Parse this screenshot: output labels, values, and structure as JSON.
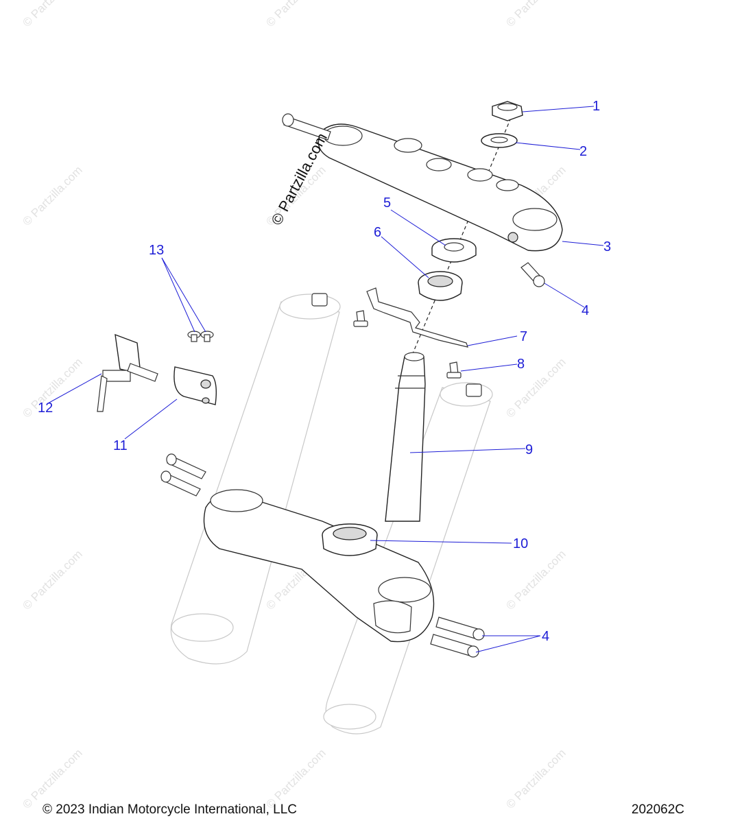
{
  "watermark": {
    "tiled_text": "© Partzilla.com",
    "main_text": "© Partzilla.com"
  },
  "callouts": [
    {
      "id": "c1",
      "label": "1"
    },
    {
      "id": "c2",
      "label": "2"
    },
    {
      "id": "c3",
      "label": "3"
    },
    {
      "id": "c4a",
      "label": "4"
    },
    {
      "id": "c4b",
      "label": "4"
    },
    {
      "id": "c5",
      "label": "5"
    },
    {
      "id": "c6",
      "label": "6"
    },
    {
      "id": "c7",
      "label": "7"
    },
    {
      "id": "c8",
      "label": "8"
    },
    {
      "id": "c9",
      "label": "9"
    },
    {
      "id": "c10",
      "label": "10"
    },
    {
      "id": "c11",
      "label": "11"
    },
    {
      "id": "c12",
      "label": "12"
    },
    {
      "id": "c13",
      "label": "13"
    }
  ],
  "footer": {
    "copyright": "© 2023 Indian Motorcycle International, LLC",
    "diagram_code": "202062C"
  },
  "colors": {
    "callout": "#1d1dd6",
    "line_art": "#222222",
    "watermark": "#e2e2e2"
  }
}
